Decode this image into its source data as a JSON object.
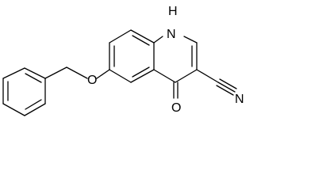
{
  "molecule": {
    "atoms": {
      "nh": "H",
      "n_of_nh": "N",
      "carbonyl_oxygen": "O",
      "ether_oxygen": "O",
      "nitrile_nitrogen": "N"
    },
    "colors": {
      "bond": "#000000",
      "label": "#000000",
      "background": "#ffffff"
    }
  }
}
